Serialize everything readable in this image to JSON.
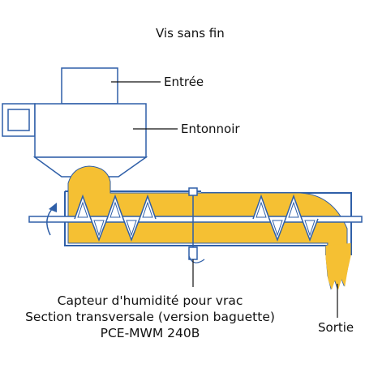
{
  "diagram": {
    "title": "Vis sans fin",
    "labels": {
      "entree": "Entrée",
      "entonnoir": "Entonnoir",
      "sortie": "Sortie"
    },
    "caption": {
      "line1": "Capteur d'humidité pour vrac",
      "line2": "Section transversale (version baguette)",
      "line3": "PCE-MWM 240B"
    }
  },
  "colors": {
    "outline": "#2f5fa8",
    "material": "#f5c033",
    "body_fill": "#ffffff",
    "leader_line": "#111111"
  }
}
